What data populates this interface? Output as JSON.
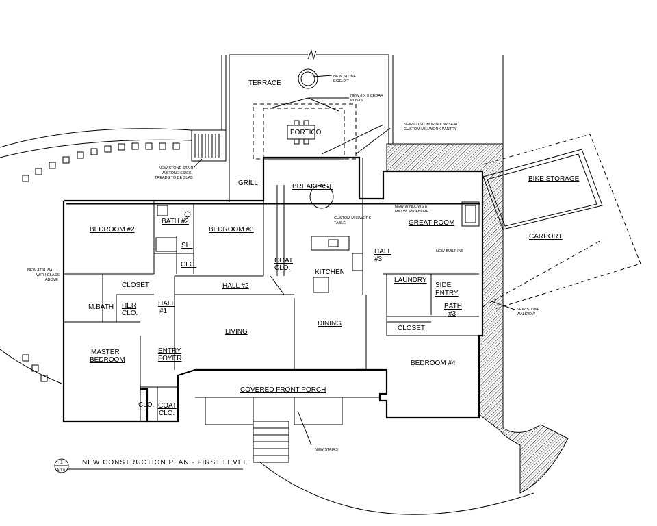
{
  "drawing": {
    "title": "NEW CONSTRUCTION PLAN - FIRST LEVEL",
    "sheet_number": "1",
    "sheet_ref": "A-1.0"
  },
  "rooms": {
    "terrace": "TERRACE",
    "portico": "PORTICO",
    "grill": "GRILL",
    "breakfast": "BREAKFAST",
    "kitchen": "KITCHEN",
    "coat_clo_1": "COAT",
    "coat_clo_1b": "CLO.",
    "great_room": "GREAT ROOM",
    "bike_storage": "BIKE STORAGE",
    "carport": "CARPORT",
    "bedroom2": "BEDROOM #2",
    "bath2": "BATH #2",
    "bedroom3": "BEDROOM #3",
    "sh": "SH.",
    "clo_a": "CLO.",
    "closet_master": "CLOSET",
    "mbath": "M.BATH",
    "her_clo": "HER",
    "her_clo_b": "CLO.",
    "hall1": "HALL",
    "hall1b": "#1",
    "hall2": "HALL #2",
    "hall3": "HALL",
    "hall3b": "#3",
    "laundry": "LAUNDRY",
    "side_entry": "SIDE",
    "side_entry_b": "ENTRY",
    "bath3": "BATH",
    "bath3b": "#3",
    "closet4": "CLOSET",
    "living": "LIVING",
    "dining": "DINING",
    "master": "MASTER",
    "master_b": "BEDROOM",
    "entry": "ENTRY",
    "entry_b": "FOYER",
    "bedroom4": "BEDROOM #4",
    "porch": "COVERED FRONT PORCH",
    "clo_b": "CLO.",
    "coat_clo_2": "COAT",
    "coat_clo_2b": "CLO."
  },
  "notes": {
    "fire_pit_1": "NEW STONE",
    "fire_pit_2": "FIRE-PIT",
    "posts_1": "NEW 8 X 8 CEDAR",
    "posts_2": "POSTS",
    "window_seat": "NEW CUSTOM WINDOW SEAT",
    "pantry": "CUSTOM MILLWORK PANTRY",
    "stair_1": "NEW STONE STAIR",
    "stair_2": "W/STONE SIDES,",
    "stair_3": "TREADS TO BE SLAB",
    "millwork_table_1": "CUSTOM MILLWORK",
    "millwork_table_2": "TABLE",
    "windows_1": "NEW WINDOWS &",
    "windows_2": "MILLWORK ABOVE",
    "builtins": "NEW BUILT-INS",
    "wall_1": "NEW 42\"H WALL",
    "wall_2": "WITH GLASS",
    "wall_3": "ABOVE",
    "walkway_1": "NEW STONE",
    "walkway_2": "WALKWAY",
    "new_stairs": "NEW STAIRS"
  }
}
